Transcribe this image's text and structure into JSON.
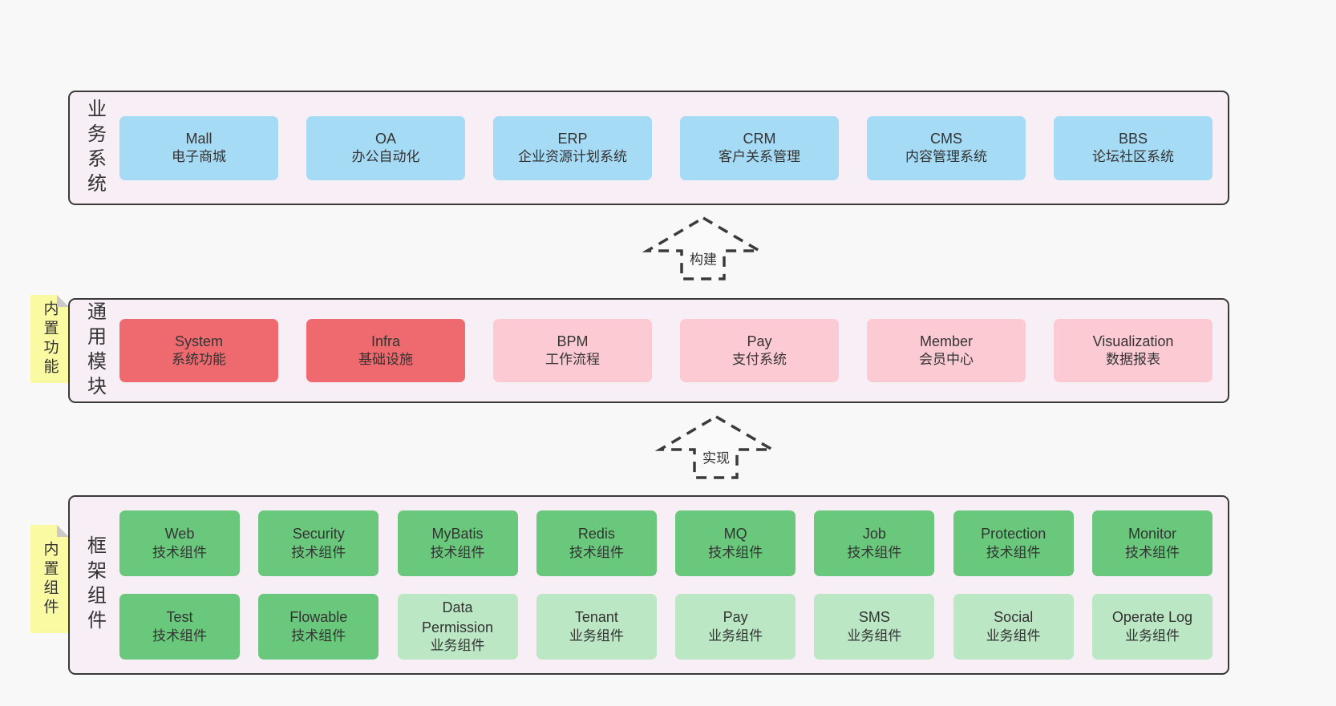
{
  "colors": {
    "page_bg": "#f8f8f8",
    "container_bg": "#f8eef6",
    "border": "#3a3a3a",
    "note_yellow": "#fafaa3",
    "note_fold_gray": "#c9c9c9",
    "box_blue": "#a6dbf5",
    "box_red": "#ef6a6e",
    "box_pink": "#fbcad3",
    "box_green": "#6ac87c",
    "box_light_green": "#bbe7c5",
    "text": "#333333"
  },
  "arrows": [
    {
      "label": "构建"
    },
    {
      "label": "实现"
    }
  ],
  "layers": [
    {
      "label": "业务系统",
      "note": "",
      "rows": [
        [
          {
            "name": "Mall",
            "subtitle": "电子商城",
            "variant": "blue"
          },
          {
            "name": "OA",
            "subtitle": "办公自动化",
            "variant": "blue"
          },
          {
            "name": "ERP",
            "subtitle": "企业资源计划系统",
            "variant": "blue"
          },
          {
            "name": "CRM",
            "subtitle": "客户关系管理",
            "variant": "blue"
          },
          {
            "name": "CMS",
            "subtitle": "内容管理系统",
            "variant": "blue"
          },
          {
            "name": "BBS",
            "subtitle": "论坛社区系统",
            "variant": "blue"
          }
        ]
      ]
    },
    {
      "label": "通用模块",
      "note": "内置功能",
      "rows": [
        [
          {
            "name": "System",
            "subtitle": "系统功能",
            "variant": "red"
          },
          {
            "name": "Infra",
            "subtitle": "基础设施",
            "variant": "red"
          },
          {
            "name": "BPM",
            "subtitle": "工作流程",
            "variant": "pink"
          },
          {
            "name": "Pay",
            "subtitle": "支付系统",
            "variant": "pink"
          },
          {
            "name": "Member",
            "subtitle": "会员中心",
            "variant": "pink"
          },
          {
            "name": "Visualization",
            "subtitle": "数据报表",
            "variant": "pink"
          }
        ]
      ]
    },
    {
      "label": "框架组件",
      "note": "内置组件",
      "rows": [
        [
          {
            "name": "Web",
            "subtitle": "技术组件",
            "variant": "green"
          },
          {
            "name": "Security",
            "subtitle": "技术组件",
            "variant": "green"
          },
          {
            "name": "MyBatis",
            "subtitle": "技术组件",
            "variant": "green"
          },
          {
            "name": "Redis",
            "subtitle": "技术组件",
            "variant": "green"
          },
          {
            "name": "MQ",
            "subtitle": "技术组件",
            "variant": "green"
          },
          {
            "name": "Job",
            "subtitle": "技术组件",
            "variant": "green"
          },
          {
            "name": "Protection",
            "subtitle": "技术组件",
            "variant": "green"
          },
          {
            "name": "Monitor",
            "subtitle": "技术组件",
            "variant": "green"
          }
        ],
        [
          {
            "name": "Test",
            "subtitle": "技术组件",
            "variant": "green"
          },
          {
            "name": "Flowable",
            "subtitle": "技术组件",
            "variant": "green"
          },
          {
            "name": "Data Permission",
            "subtitle": "业务组件",
            "variant": "lightgreen"
          },
          {
            "name": "Tenant",
            "subtitle": "业务组件",
            "variant": "lightgreen"
          },
          {
            "name": "Pay",
            "subtitle": "业务组件",
            "variant": "lightgreen"
          },
          {
            "name": "SMS",
            "subtitle": "业务组件",
            "variant": "lightgreen"
          },
          {
            "name": "Social",
            "subtitle": "业务组件",
            "variant": "lightgreen"
          },
          {
            "name": "Operate Log",
            "subtitle": "业务组件",
            "variant": "lightgreen"
          }
        ]
      ]
    }
  ]
}
